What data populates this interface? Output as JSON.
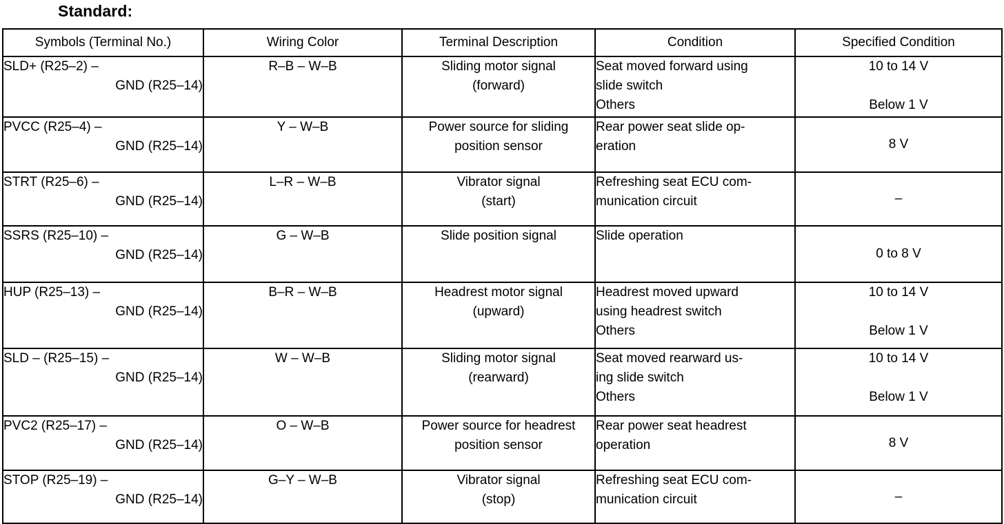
{
  "title": "Standard:",
  "table": {
    "headers": [
      "Symbols (Terminal No.)",
      "Wiring Color",
      "Terminal Description",
      "Condition",
      "Specified Condition"
    ],
    "rows": [
      {
        "symbol_line1": "SLD+ (R25–2) –",
        "symbol_line2": "GND (R25–14)",
        "wiring_color": "R–B – W–B",
        "description_line1": "Sliding motor signal",
        "description_line2": "(forward)",
        "condition_line1": "Seat moved forward using",
        "condition_line2": "slide switch",
        "condition_line3": "Others",
        "specified_line1": "10 to 14 V",
        "specified_line2": "Below 1 V"
      },
      {
        "symbol_line1": "PVCC (R25–4) –",
        "symbol_line2": "GND (R25–14)",
        "wiring_color": "Y – W–B",
        "description_line1": "Power source for sliding",
        "description_line2": "position sensor",
        "condition_line1": "Rear power seat slide op-",
        "condition_line2": "eration",
        "condition_line3": "",
        "specified_line1": "8 V",
        "specified_line2": ""
      },
      {
        "symbol_line1": "STRT (R25–6) –",
        "symbol_line2": "GND (R25–14)",
        "wiring_color": "L–R – W–B",
        "description_line1": "Vibrator signal",
        "description_line2": "(start)",
        "condition_line1": "Refreshing seat ECU com-",
        "condition_line2": "munication circuit",
        "condition_line3": "",
        "specified_line1": "–",
        "specified_line2": ""
      },
      {
        "symbol_line1": "SSRS (R25–10) –",
        "symbol_line2": "GND (R25–14)",
        "wiring_color": "G – W–B",
        "description_line1": "Slide position signal",
        "description_line2": "",
        "condition_line1": "Slide operation",
        "condition_line2": "",
        "condition_line3": "",
        "specified_line1": "0 to 8 V",
        "specified_line2": ""
      },
      {
        "symbol_line1": "HUP (R25–13) –",
        "symbol_line2": "GND (R25–14)",
        "wiring_color": "B–R – W–B",
        "description_line1": "Headrest motor signal",
        "description_line2": "(upward)",
        "condition_line1": "Headrest moved upward",
        "condition_line2": "using headrest switch",
        "condition_line3": "Others",
        "specified_line1": "10 to 14 V",
        "specified_line2": "Below 1 V"
      },
      {
        "symbol_line1": "SLD – (R25–15) –",
        "symbol_line2": "GND (R25–14)",
        "wiring_color": "W – W–B",
        "description_line1": "Sliding motor signal",
        "description_line2": "(rearward)",
        "condition_line1": "Seat moved rearward us-",
        "condition_line2": "ing slide switch",
        "condition_line3": "Others",
        "specified_line1": "10 to 14 V",
        "specified_line2": "Below 1 V"
      },
      {
        "symbol_line1": "PVC2 (R25–17) –",
        "symbol_line2": "GND (R25–14)",
        "wiring_color": "O – W–B",
        "description_line1": "Power source for headrest",
        "description_line2": "position sensor",
        "condition_line1": "Rear power seat headrest",
        "condition_line2": "operation",
        "condition_line3": "",
        "specified_line1": "8 V",
        "specified_line2": ""
      },
      {
        "symbol_line1": "STOP (R25–19) –",
        "symbol_line2": "GND (R25–14)",
        "wiring_color": "G–Y – W–B",
        "description_line1": "Vibrator signal",
        "description_line2": "(stop)",
        "condition_line1": "Refreshing seat ECU com-",
        "condition_line2": "munication circuit",
        "condition_line3": "",
        "specified_line1": "–",
        "specified_line2": ""
      }
    ]
  }
}
